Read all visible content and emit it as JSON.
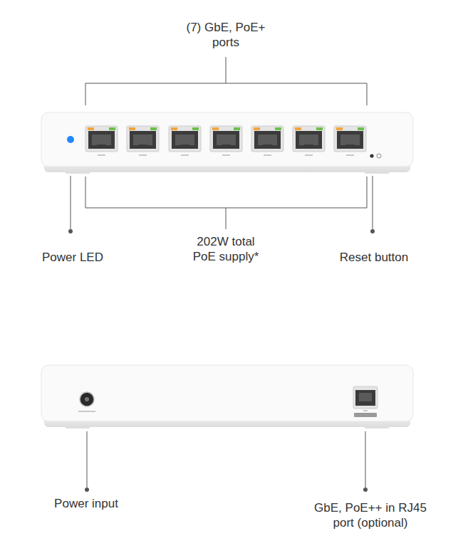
{
  "diagram": {
    "labels": [
      "(7) GbE, PoE+ ports",
      "202W total PoE supply*",
      "Power LED",
      "Reset button",
      "Power input",
      "GbE, PoE++ in RJ45 port (optional)"
    ]
  }
}
